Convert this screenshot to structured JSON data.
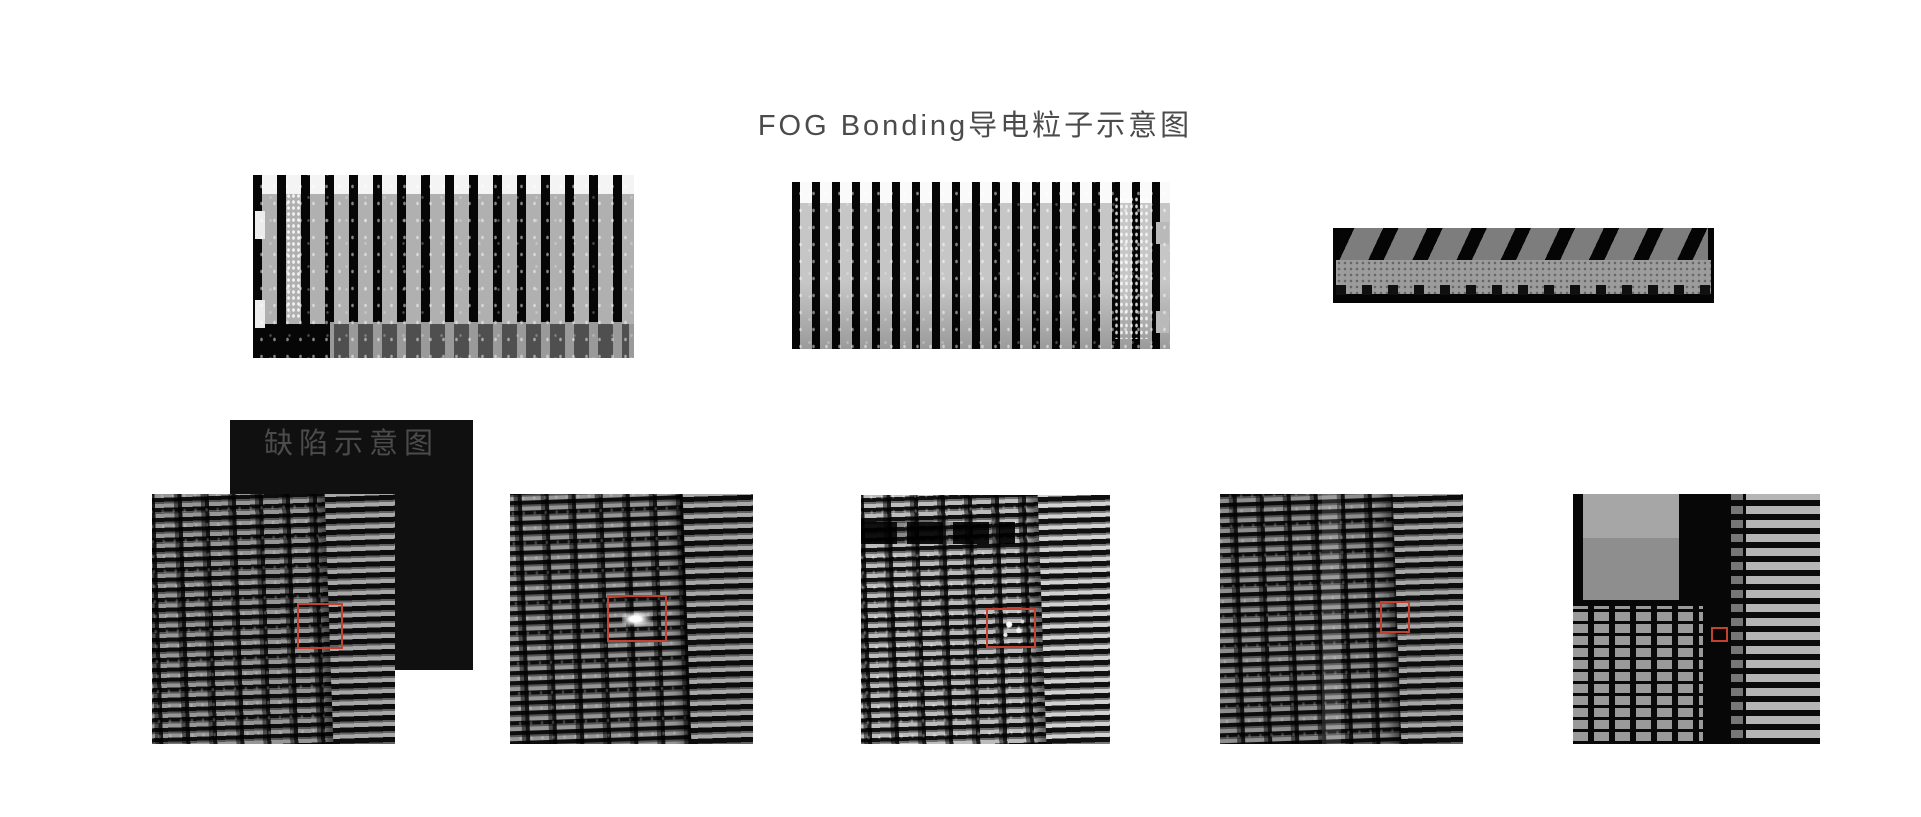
{
  "page": {
    "background_color": "#ffffff"
  },
  "sections": [
    {
      "id": "fog-bonding",
      "title": "FOG Bonding导电粒子示意图",
      "images": [
        {
          "name": "fog-bonding-sample-left"
        },
        {
          "name": "fog-bonding-sample-center"
        },
        {
          "name": "fog-bonding-sample-right"
        }
      ]
    },
    {
      "id": "defects",
      "title": "缺陷示意图",
      "images": [
        {
          "name": "defect-sample-1",
          "highlight_box": true
        },
        {
          "name": "defect-sample-2",
          "highlight_box": true
        },
        {
          "name": "defect-sample-3",
          "highlight_box": true
        },
        {
          "name": "defect-sample-4",
          "highlight_box": true
        },
        {
          "name": "defect-sample-5",
          "highlight_box": true
        }
      ]
    }
  ],
  "colors": {
    "defect_highlight_box": "#c3422f",
    "title_text": "#4b4b4b"
  }
}
